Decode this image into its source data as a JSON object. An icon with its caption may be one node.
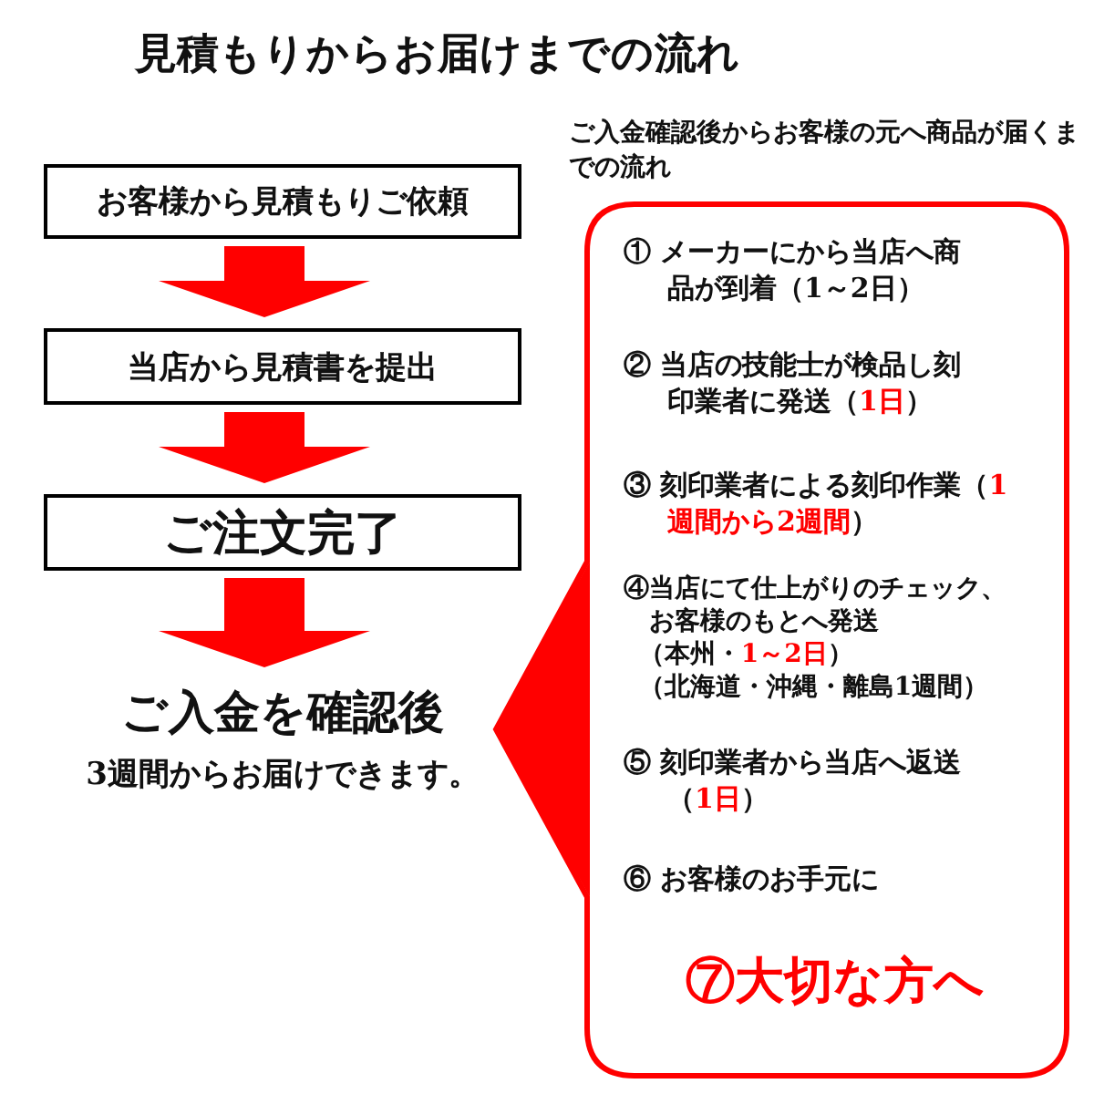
{
  "diagram": {
    "title": "見積もりからお届けまでの流れ",
    "nodes": [
      {
        "text": [
          "お客様から見積もりご依頼"
        ]
      },
      {
        "text": [
          "当店から見積書を提出"
        ]
      },
      {
        "text": [
          "ご注文完了"
        ]
      },
      {
        "text": [
          "ご入金を確認後",
          "3週間からお届けできます。"
        ]
      },
      {
        "text": [
          "ご入金確認後からお客様の元へ商品が届くまでの流れ"
        ]
      },
      {
        "text": [
          "① メーカーにから当店へ商品が到着（1～2日）"
        ],
        "in": 4
      },
      {
        "text": [
          "② 当店の技能士が検品し刻印業者に発送（*1日*）"
        ],
        "in": 4
      },
      {
        "text": [
          "③ 刻印業者による刻印作業（*1週間から2週間*）"
        ],
        "in": 4
      },
      {
        "text": [
          "④当店にて仕上がりのチェック、お客様のもとへ発送",
          "（本州・*1～2日*）",
          "（北海道・沖縄・離島1週間）"
        ],
        "in": 4
      },
      {
        "text": [
          "⑤ 刻印業者から当店へ返送（*1日*）"
        ],
        "in": 4
      },
      {
        "text": [
          "⑥ お客様のお手元に"
        ],
        "in": 4
      },
      {
        "text": [
          "⑦大切な方へ"
        ],
        "in": 4
      }
    ],
    "edges": [
      {
        "from": 0,
        "to": 1,
        "arrow": "to"
      },
      {
        "from": 1,
        "to": 2,
        "arrow": "to"
      },
      {
        "from": 2,
        "to": 3,
        "arrow": "to"
      }
    ]
  }
}
